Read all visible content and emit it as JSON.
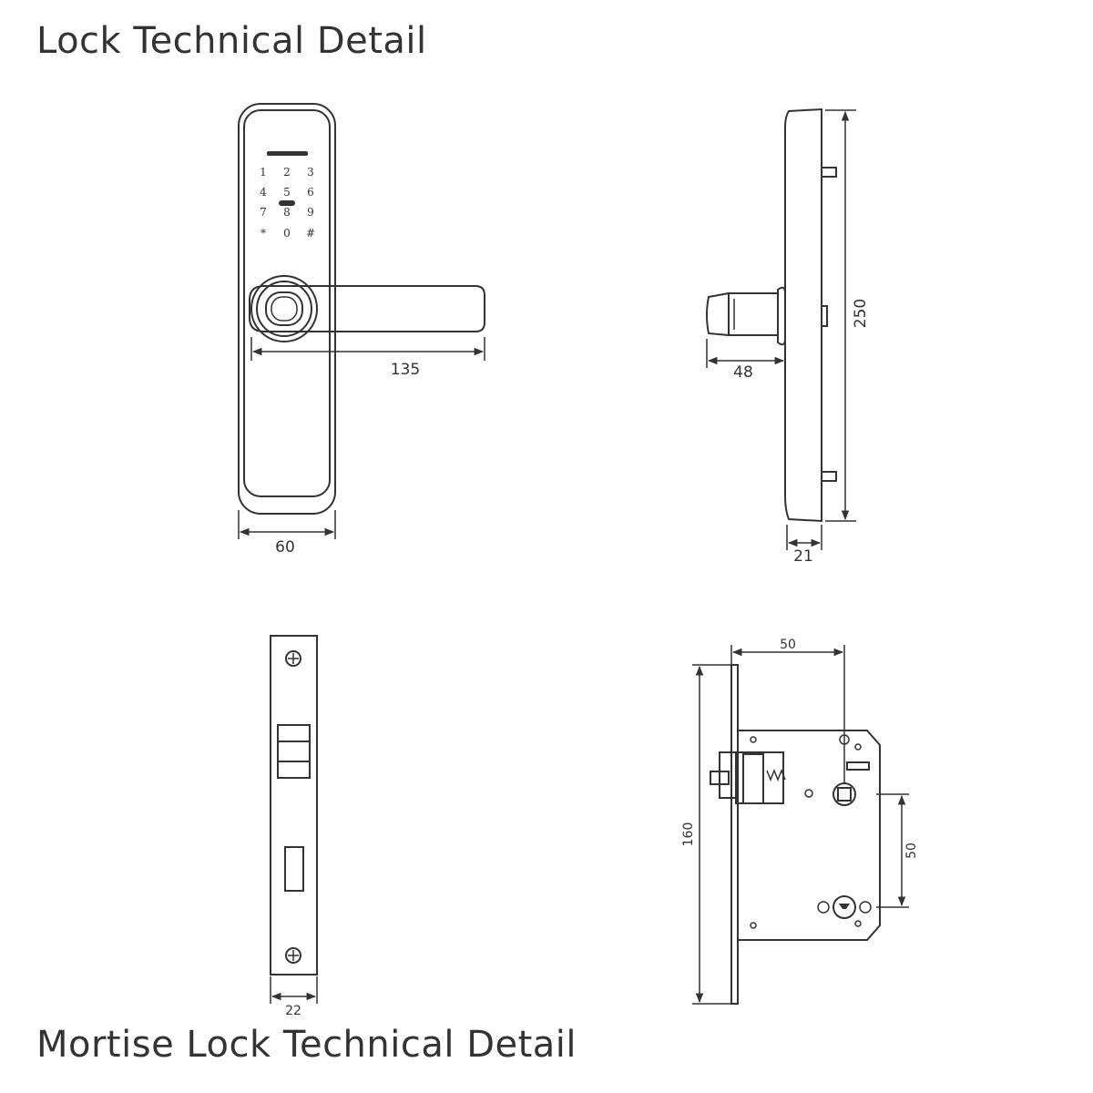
{
  "titles": {
    "top": "Lock Technical Detail",
    "bottom": "Mortise Lock Technical Detail"
  },
  "keypad": {
    "keys": [
      "1",
      "2",
      "3",
      "4",
      "5",
      "6",
      "7",
      "8",
      "9",
      "*",
      "0",
      "#"
    ]
  },
  "dimensions": {
    "handle_length": "135",
    "body_width": "60",
    "handle_projection": "48",
    "body_height": "250",
    "body_depth": "21",
    "faceplate_width": "22",
    "backset": "50",
    "mortise_height": "160",
    "center_distance": "50"
  },
  "colors": {
    "line": "#333333",
    "background": "#ffffff"
  }
}
